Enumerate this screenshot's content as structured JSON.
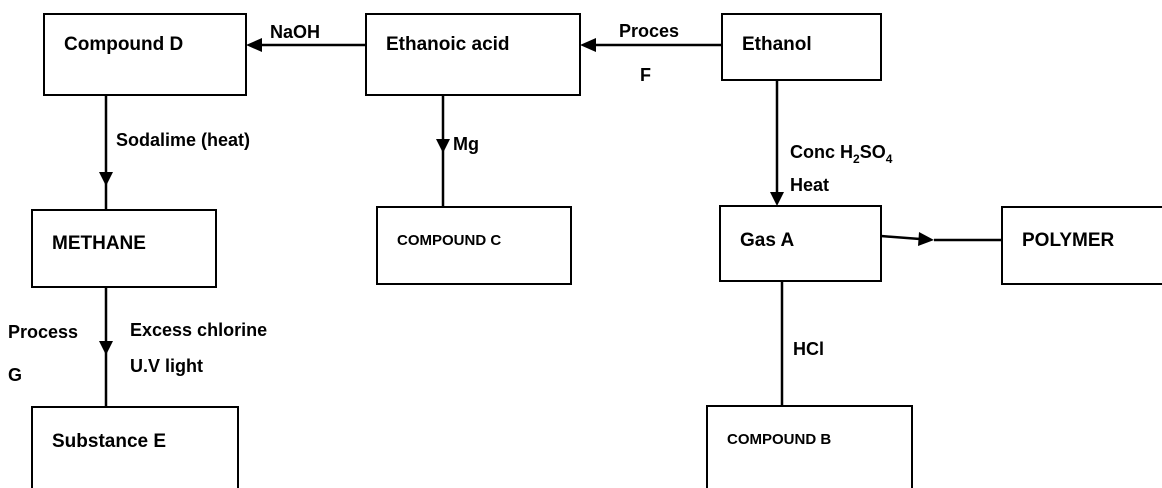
{
  "boxes": {
    "compound_d": "Compound D",
    "ethanoic_acid": "Ethanoic acid",
    "ethanol": "Ethanol",
    "methane": "METHANE",
    "compound_c": "COMPOUND C",
    "gas_a": "Gas A",
    "polymer": "POLYMER",
    "substance_e": "Substance E",
    "compound_b": "COMPOUND B"
  },
  "labels": {
    "naoh": "NaOH",
    "proces": "Proces",
    "f": "F",
    "sodalime": "Sodalime (heat)",
    "mg": "Mg",
    "conc": "Conc H",
    "h2_sub": "2",
    "so": "SO",
    "so4_sub": "4",
    "heat": "Heat",
    "process": "Process",
    "g": "G",
    "excess_chlorine": "Excess chlorine",
    "uv_light": "U.V light",
    "hcl": "HCl"
  }
}
